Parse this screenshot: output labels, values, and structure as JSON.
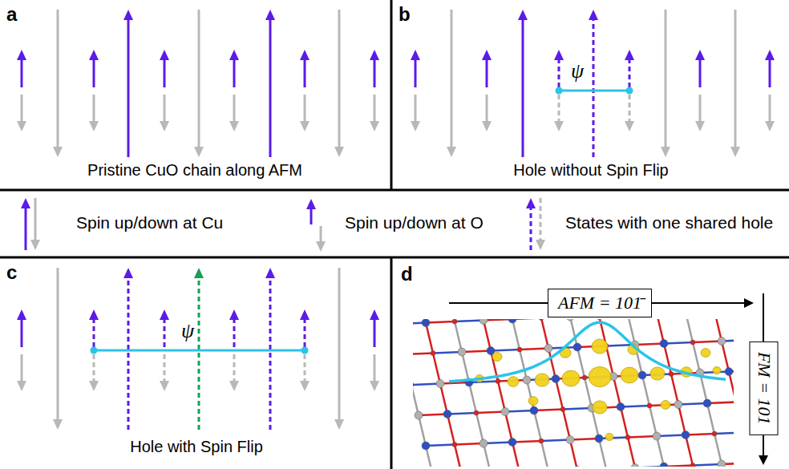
{
  "diagram": {
    "nodes": [
      {
        "text": [
          "AFM = 101̄"
        ]
      },
      {
        "text": [
          "FM = 101"
        ]
      }
    ],
    "labels": [
      "a",
      "b",
      "c",
      "d",
      "Pristine CuO chain along AFM",
      "Hole without Spin Flip",
      "ψ",
      "ψ",
      "Hole with Spin Flip"
    ],
    "legend": [
      {
        "text": "Spin up/down at Cu"
      },
      {
        "text": "Spin up/down at O"
      },
      {
        "text": "States with one shared hole"
      }
    ]
  }
}
